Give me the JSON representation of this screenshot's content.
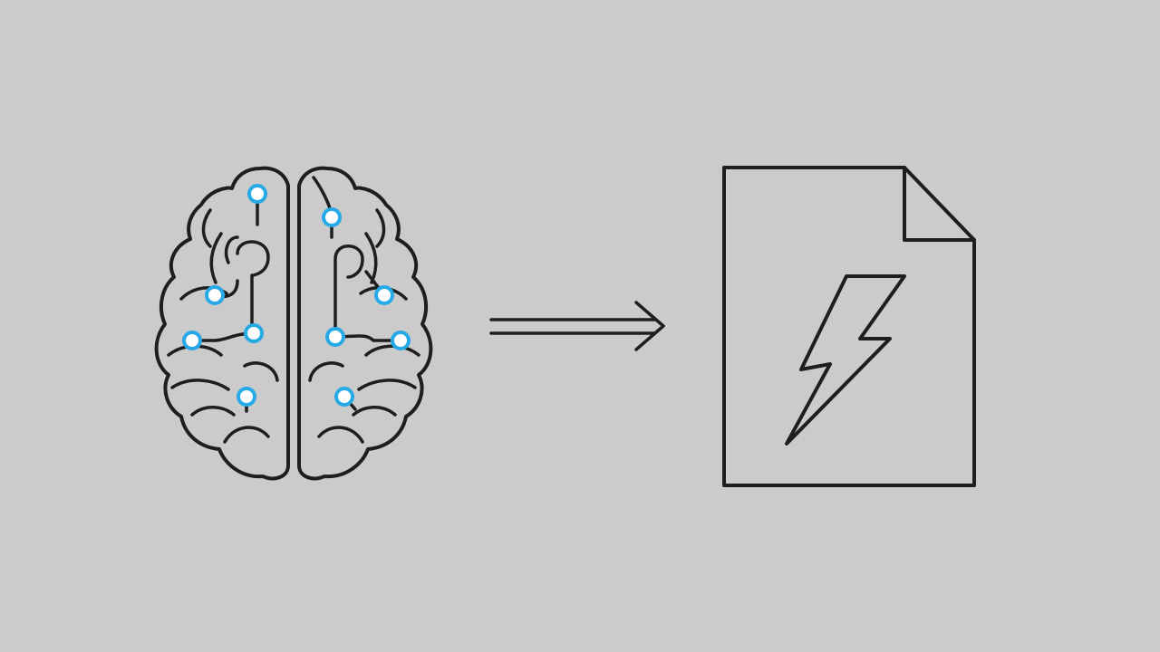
{
  "colors": {
    "background": "#cbcbcb",
    "line": "#1e1e1e",
    "node_ring": "#27a9e8",
    "node_fill": "#ffffff"
  },
  "diagram": {
    "nodes": [
      {
        "id": "brain",
        "icon": "brain-circuit-icon"
      },
      {
        "id": "document",
        "icon": "document-lightning-icon"
      }
    ],
    "edges": [
      {
        "from": "brain",
        "to": "document",
        "style": "double-line-arrow"
      }
    ]
  }
}
